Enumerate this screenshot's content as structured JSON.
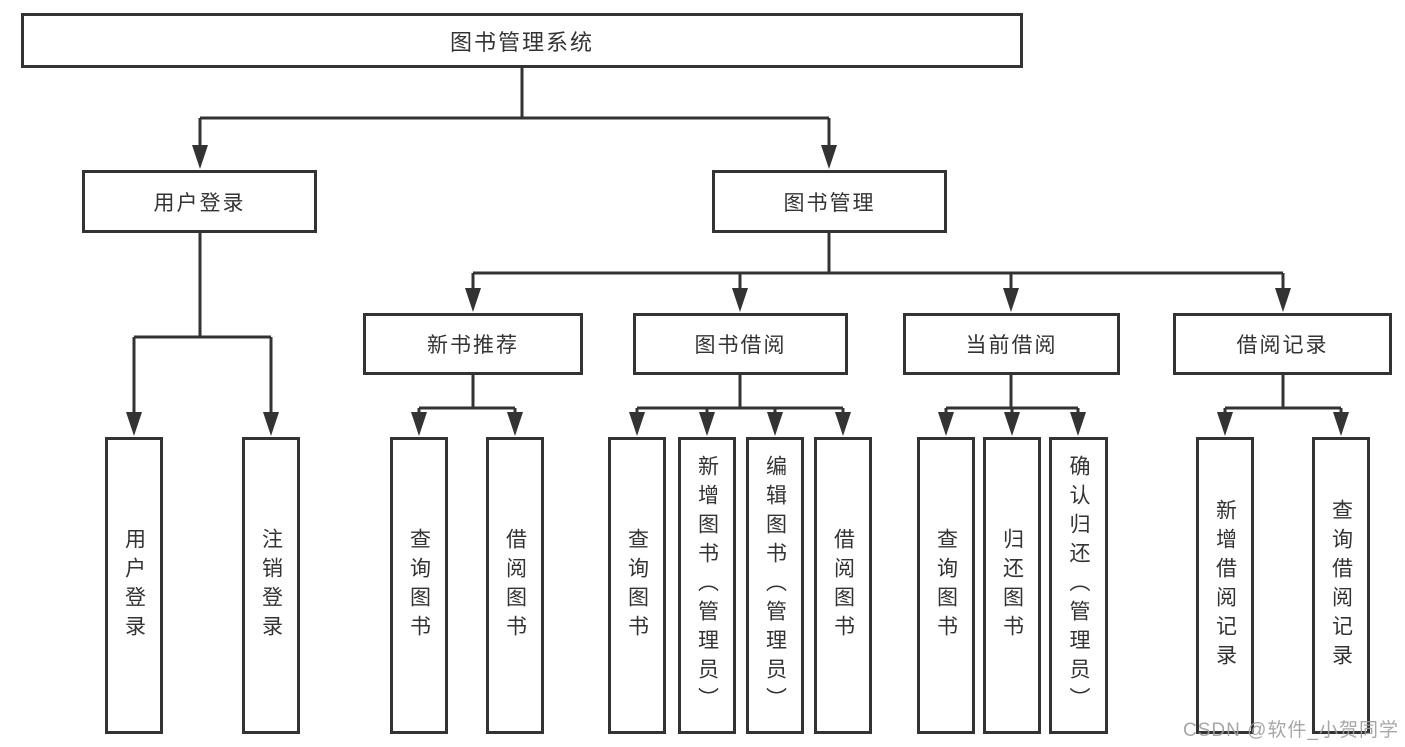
{
  "tree": {
    "label": "图书管理系统",
    "children": [
      {
        "label": "用户登录",
        "children": [
          {
            "label": "用户登录"
          },
          {
            "label": "注销登录"
          }
        ]
      },
      {
        "label": "图书管理",
        "children": [
          {
            "label": "新书推荐",
            "children": [
              {
                "label": "查询图书"
              },
              {
                "label": "借阅图书"
              }
            ]
          },
          {
            "label": "图书借阅",
            "children": [
              {
                "label": "查询图书"
              },
              {
                "label": "新增图书（管理员）"
              },
              {
                "label": "编辑图书（管理员）"
              },
              {
                "label": "借阅图书"
              }
            ]
          },
          {
            "label": "当前借阅",
            "children": [
              {
                "label": "查询图书"
              },
              {
                "label": "归还图书"
              },
              {
                "label": "确认归还（管理员）"
              }
            ]
          },
          {
            "label": "借阅记录",
            "children": [
              {
                "label": "新增借阅记录"
              },
              {
                "label": "查询借阅记录"
              }
            ]
          }
        ]
      }
    ]
  },
  "watermark": {
    "text": "CSDN @软件_小贺同学"
  },
  "colors": {
    "line": "#333333",
    "box_border": "#333333",
    "box_background": "#ffffff",
    "text": "#333333",
    "watermark": "#9e9e9e"
  }
}
